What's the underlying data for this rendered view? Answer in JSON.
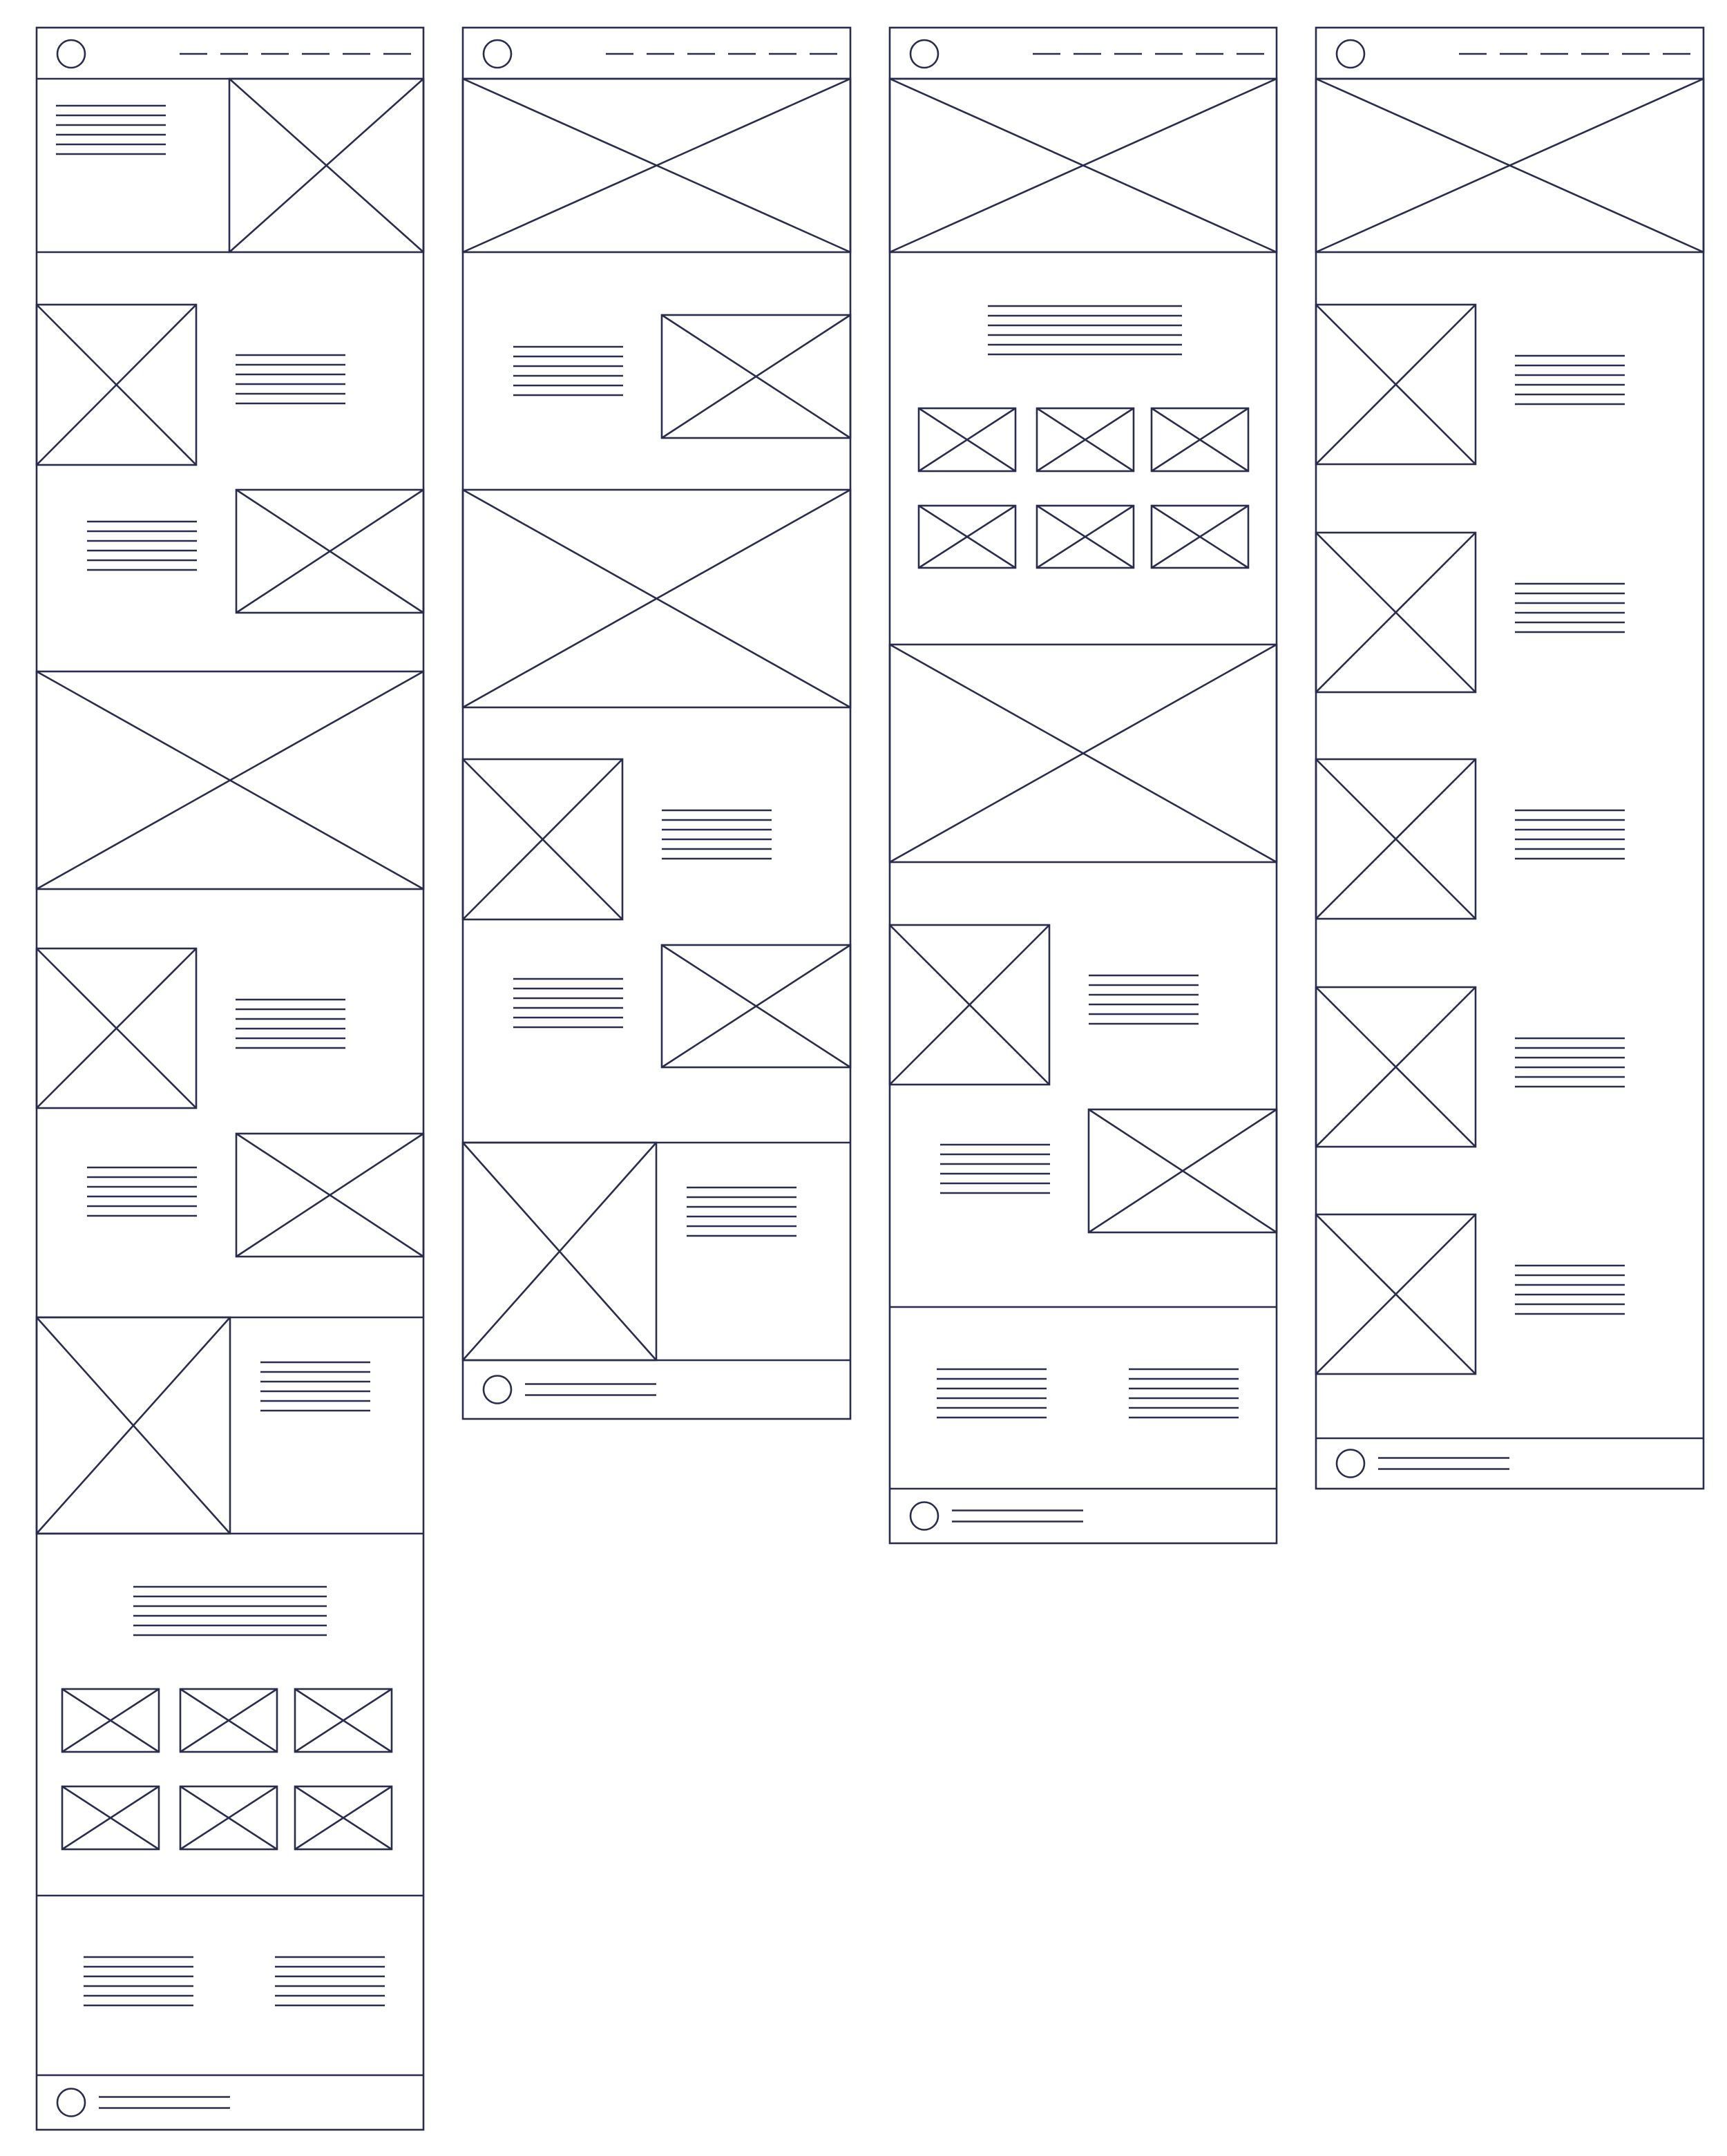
{
  "palette": {
    "background": "#ffffff",
    "ink": "#2a2c4e"
  },
  "wireframes": [
    {
      "name": "wireframe-1",
      "header": {
        "logo_icon": "circle-logo-icon",
        "nav": "dashed-nav-links"
      },
      "sections": [
        "hero-text-left-image-right",
        "image-left-text-right",
        "text-left-image-right",
        "full-width-banner-image",
        "image-left-text-right",
        "text-left-image-right",
        "large-image-left-text-right",
        "centered-heading-with-6-image-grid",
        "two-column-text"
      ],
      "footer": {
        "logo_icon": "circle-logo-icon",
        "text": "footer-text-lines"
      }
    },
    {
      "name": "wireframe-2",
      "header": {
        "logo_icon": "circle-logo-icon",
        "nav": "dashed-nav-links"
      },
      "sections": [
        "full-width-hero-image",
        "text-left-image-right",
        "full-width-banner-image",
        "image-left-text-right",
        "text-left-image-right",
        "large-image-left-text-right"
      ],
      "footer": {
        "logo_icon": "circle-logo-icon",
        "text": "footer-text-lines"
      }
    },
    {
      "name": "wireframe-3",
      "header": {
        "logo_icon": "circle-logo-icon",
        "nav": "dashed-nav-links"
      },
      "sections": [
        "full-width-hero-image",
        "centered-heading-with-6-image-grid",
        "full-width-banner-image",
        "image-left-text-right",
        "text-left-image-right",
        "two-column-text"
      ],
      "footer": {
        "logo_icon": "circle-logo-icon",
        "text": "footer-text-lines"
      }
    },
    {
      "name": "wireframe-4",
      "header": {
        "logo_icon": "circle-logo-icon",
        "nav": "dashed-nav-links"
      },
      "sections": [
        "full-width-hero-image",
        "image-left-text-right",
        "image-left-text-right",
        "image-left-text-right",
        "image-left-text-right",
        "image-left-text-right"
      ],
      "footer": {
        "logo_icon": "circle-logo-icon",
        "text": "footer-text-lines"
      }
    }
  ]
}
